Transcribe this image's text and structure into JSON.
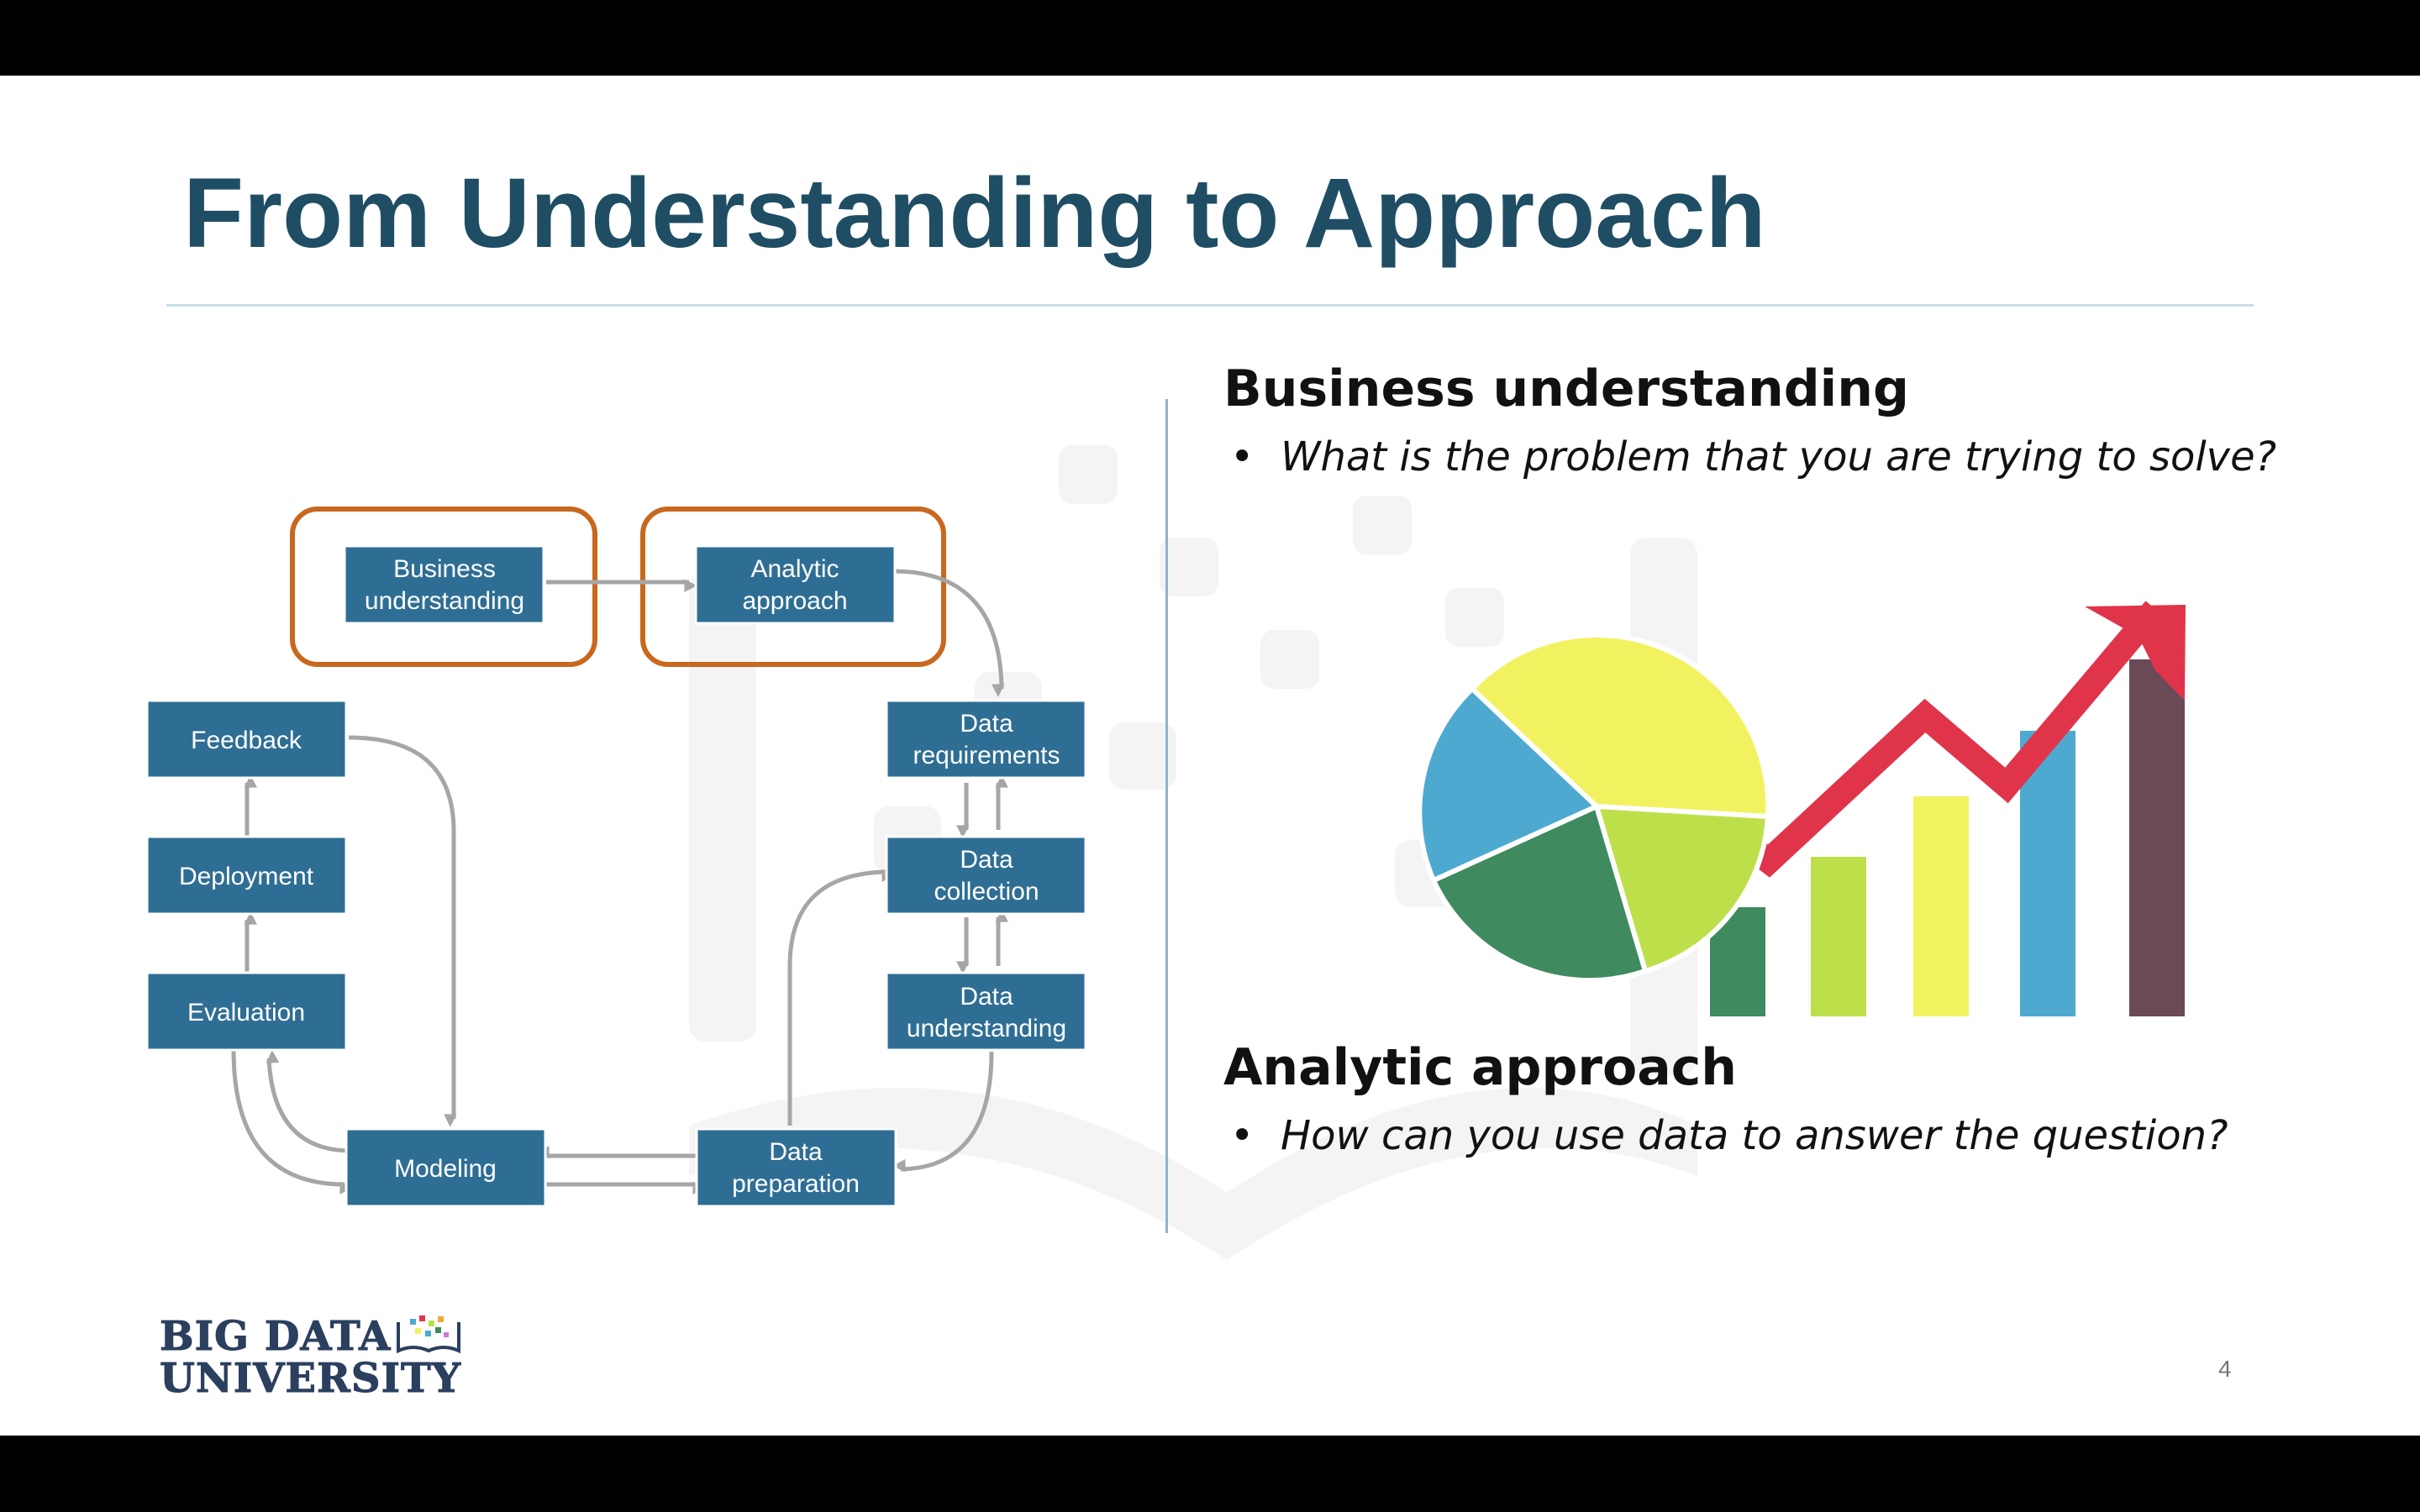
{
  "slide": {
    "title": "From Understanding to Approach",
    "page_number": "4"
  },
  "diagram": {
    "nodes": {
      "business_understanding": [
        "Business",
        "understanding"
      ],
      "analytic_approach": [
        "Analytic",
        "approach"
      ],
      "data_requirements": [
        "Data",
        "requirements"
      ],
      "data_collection": [
        "Data",
        "collection"
      ],
      "data_understanding": [
        "Data",
        "understanding"
      ],
      "data_preparation": [
        "Data",
        "preparation"
      ],
      "modeling": [
        "Modeling"
      ],
      "evaluation": [
        "Evaluation"
      ],
      "deployment": [
        "Deployment"
      ],
      "feedback": [
        "Feedback"
      ]
    },
    "colors": {
      "node_fill": "#2f6e94",
      "arrow": "#a6a6a6",
      "highlight_border": "#c8681e"
    }
  },
  "sections": {
    "business": {
      "heading": "Business understanding",
      "bullet": "What is the problem that you are trying to solve?"
    },
    "analytic": {
      "heading": "Analytic approach",
      "bullet": "How can you use data to answer the question?"
    }
  },
  "infographic": {
    "icons": [
      "pie-chart-icon",
      "bar-chart-icon",
      "trend-arrow-icon"
    ],
    "colors": {
      "blue": "#4ea9d1",
      "yellow": "#f2f261",
      "lime": "#bde04a",
      "green": "#3f8a5e",
      "dark": "#6a4a56",
      "red": "#e0344a"
    }
  },
  "logo": {
    "line1": "BIG DATA",
    "line2": "UNIVERSITY"
  }
}
